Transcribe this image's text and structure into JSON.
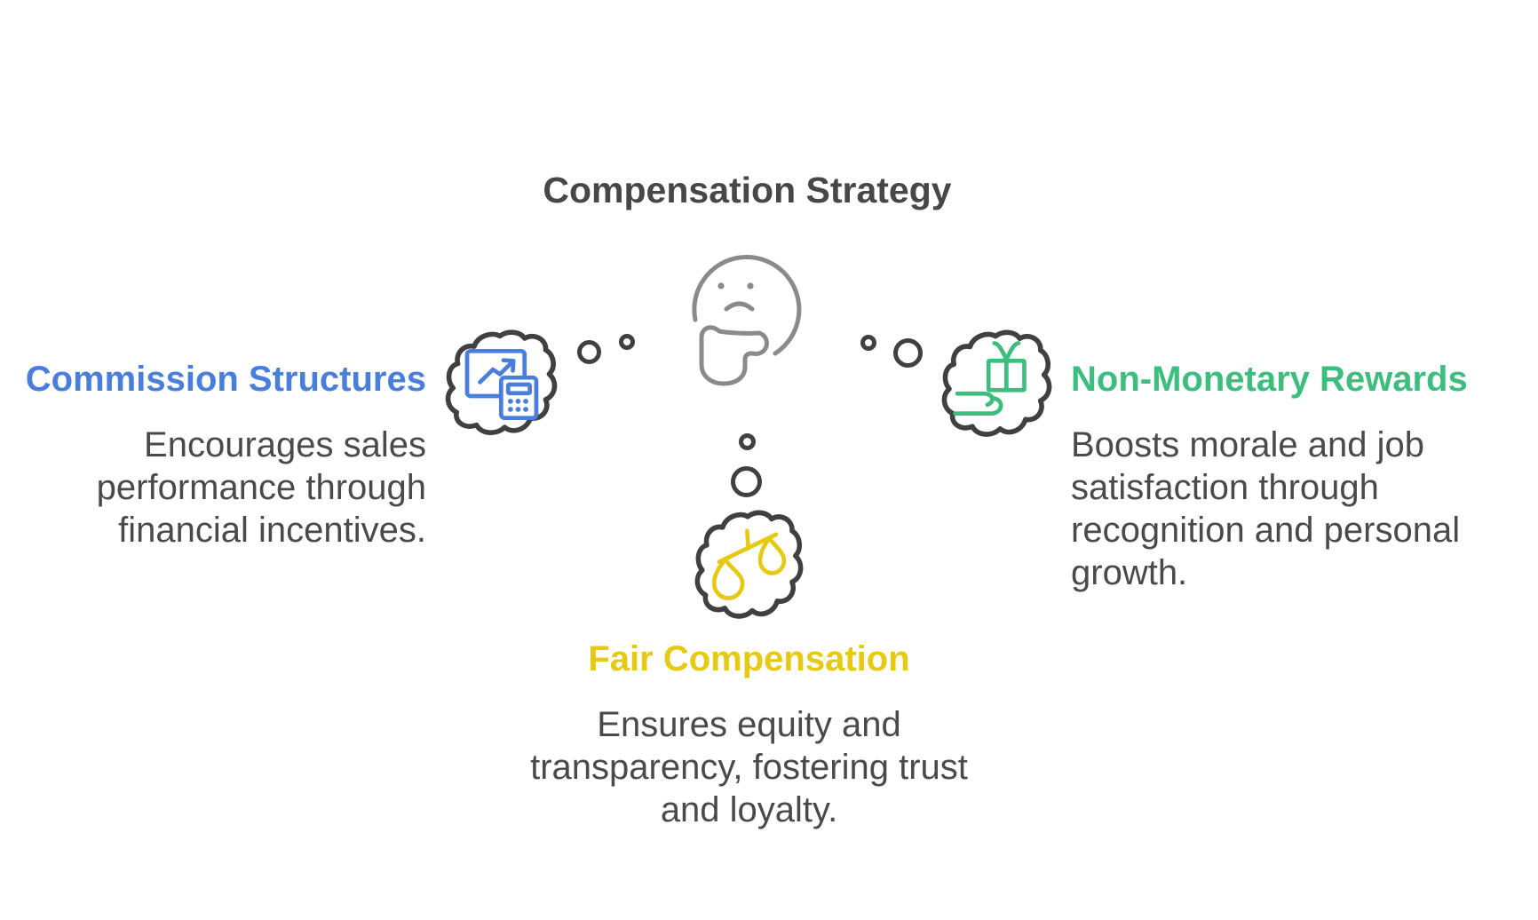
{
  "title": {
    "text": "Compensation Strategy",
    "color": "#474747"
  },
  "center": {
    "icon": "thinking-face-icon",
    "color": "#8a8a8a"
  },
  "outline_color": "#404040",
  "body_text_color": "#4a4a4a",
  "nodes": {
    "left": {
      "heading": "Commission Structures",
      "accent_color": "#4a7edb",
      "icon": "chart-calculator-icon",
      "body": [
        "Encourages sales",
        "performance through",
        "financial incentives."
      ]
    },
    "right": {
      "heading": "Non-Monetary Rewards",
      "accent_color": "#3dbd7e",
      "icon": "gift-in-hand-icon",
      "body": [
        "Boosts morale and job",
        "satisfaction through",
        "recognition and personal",
        "growth."
      ]
    },
    "bottom": {
      "heading": "Fair Compensation",
      "accent_color": "#e5c913",
      "icon": "balance-scale-icon",
      "body": [
        "Ensures equity and",
        "transparency, fostering trust",
        "and loyalty."
      ]
    }
  }
}
